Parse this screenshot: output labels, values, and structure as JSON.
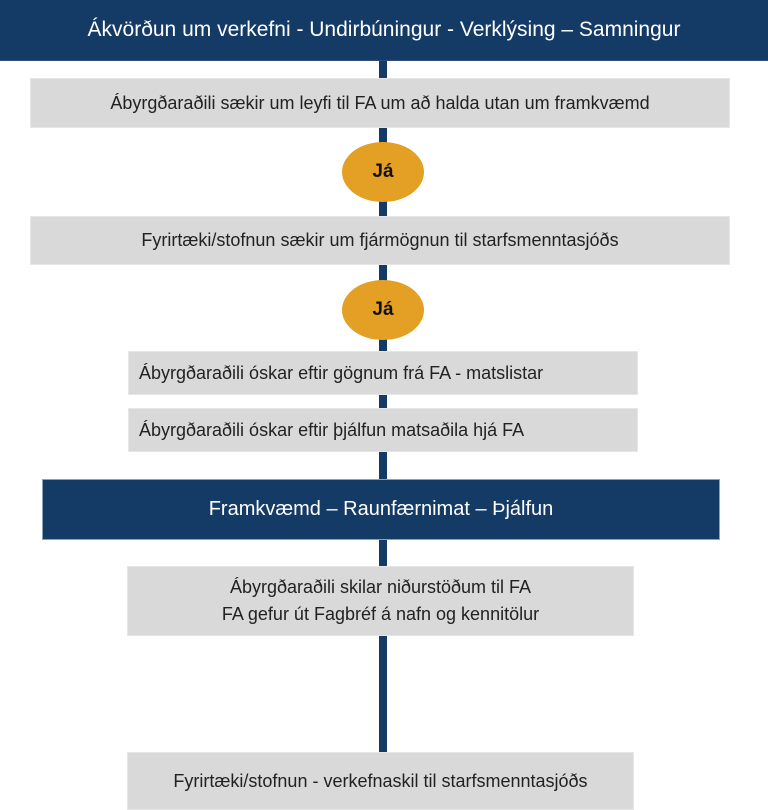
{
  "diagram": {
    "type": "flowchart",
    "colors": {
      "navy": "#143A66",
      "step_gray": "#D9D9D9",
      "decision_gold": "#E3A024"
    },
    "header": {
      "title": "Ákvörðun um verkefni - Undirbúningur - Verklýsing – Samningur"
    },
    "steps": [
      {
        "text": "Ábyrgðaraðili sækir um leyfi til FA um að halda utan um  framkvæmd"
      },
      {
        "decision": "Já"
      },
      {
        "text": "Fyrirtæki/stofnun sækir um fjármögnun til starfsmenntasjóðs"
      },
      {
        "decision": "Já"
      },
      {
        "text": "Ábyrgðaraðili óskar eftir gögnum frá FA -  matslistar"
      },
      {
        "text": "Ábyrgðaraðili óskar eftir þjálfun matsaðila hjá FA"
      }
    ],
    "phase2": {
      "title": "Framkvæmd – Raunfærnimat – Þjálfun"
    },
    "results": {
      "line1": "Ábyrgðaraðili skilar niðurstöðum til FA",
      "line2": "FA gefur út Fagbréf á nafn og kennitölur"
    },
    "final": {
      "text": "Fyrirtæki/stofnun - verkefnaskil til starfsmenntasjóðs"
    }
  }
}
